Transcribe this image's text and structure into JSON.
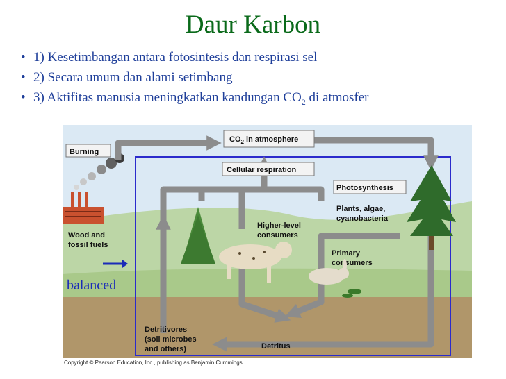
{
  "slide": {
    "title": "Daur Karbon",
    "bullets": [
      {
        "bullet": "•",
        "text": "1) Kesetimbangan antara fotosintesis dan respirasi sel"
      },
      {
        "bullet": "•",
        "text": "2) Secara umum dan alami setimbang"
      },
      {
        "bullet": "•",
        "text_before": "3) Aktifitas manusia meningkatkan kandungan CO",
        "sub": "2",
        "text_after": " di atmosfer"
      }
    ]
  },
  "diagram": {
    "co2_box": {
      "main": "CO",
      "sub": "2",
      "rest": " in atmosphere"
    },
    "cellular_respiration": "Cellular respiration",
    "photosynthesis": "Photosynthesis",
    "burning": "Burning",
    "wood_fuels": [
      "Wood and",
      "fossil fuels"
    ],
    "plants": [
      "Plants, algae,",
      "cyanobacteria"
    ],
    "higher_consumers": [
      "Higher-level",
      "consumers"
    ],
    "primary_consumers": [
      "Primary",
      "consumers"
    ],
    "detritivores": [
      "Detritivores",
      "(soil microbes",
      "and others)"
    ],
    "detritus": "Detritus",
    "balanced": "balanced",
    "colors": {
      "arrow": "#8c8c8c",
      "sky": "#dbe9f4",
      "hill": "#bcd6a6",
      "soil": "#b0966a",
      "box": "#2b2bcc"
    }
  },
  "copyright": "Copyright © Pearson Education, Inc., publishing as Benjamin Cummings."
}
